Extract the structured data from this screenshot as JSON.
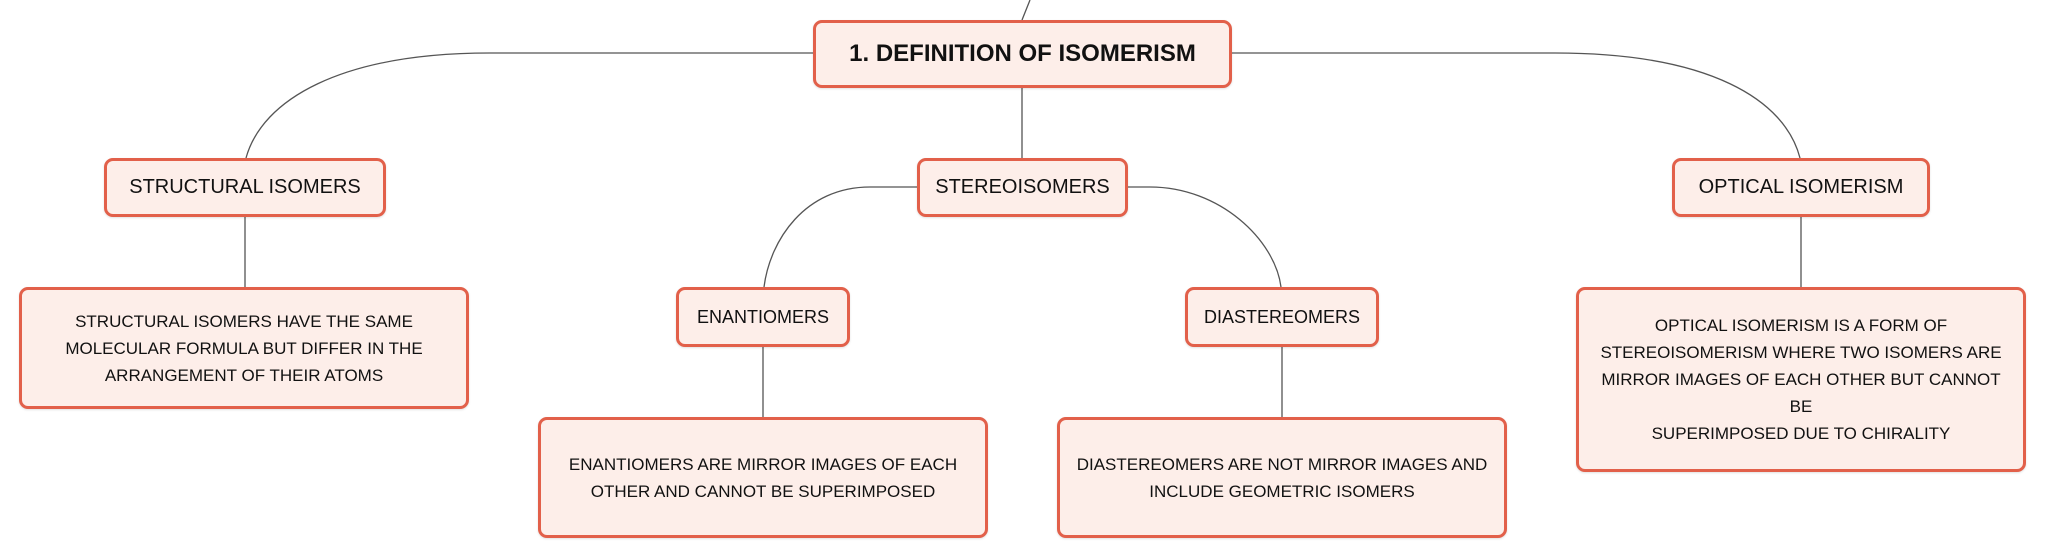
{
  "mindmap": {
    "root": {
      "label": "1. DEFINITION OF ISOMERISM"
    },
    "structural": {
      "label": "STRUCTURAL ISOMERS",
      "description": [
        "STRUCTURAL ISOMERS HAVE THE SAME",
        "MOLECULAR FORMULA BUT DIFFER IN THE",
        "ARRANGEMENT OF THEIR ATOMS"
      ]
    },
    "stereo": {
      "label": "STEREOISOMERS",
      "enantiomers": {
        "label": "ENANTIOMERS",
        "description": [
          "ENANTIOMERS ARE MIRROR IMAGES OF EACH",
          "OTHER AND CANNOT BE SUPERIMPOSED"
        ]
      },
      "diastereomers": {
        "label": "DIASTEREOMERS",
        "description": [
          "DIASTEREOMERS ARE NOT MIRROR IMAGES AND",
          "INCLUDE GEOMETRIC ISOMERS"
        ]
      }
    },
    "optical": {
      "label": "OPTICAL ISOMERISM",
      "description": [
        "OPTICAL ISOMERISM IS A FORM OF",
        "STEREOISOMERISM WHERE TWO ISOMERS ARE",
        "MIRROR IMAGES OF EACH OTHER BUT CANNOT BE",
        "SUPERIMPOSED DUE TO CHIRALITY"
      ]
    }
  },
  "colors": {
    "node_fill": "#fdeee9",
    "node_border": "#e2604a",
    "connector": "#555555",
    "text": "#111111"
  }
}
